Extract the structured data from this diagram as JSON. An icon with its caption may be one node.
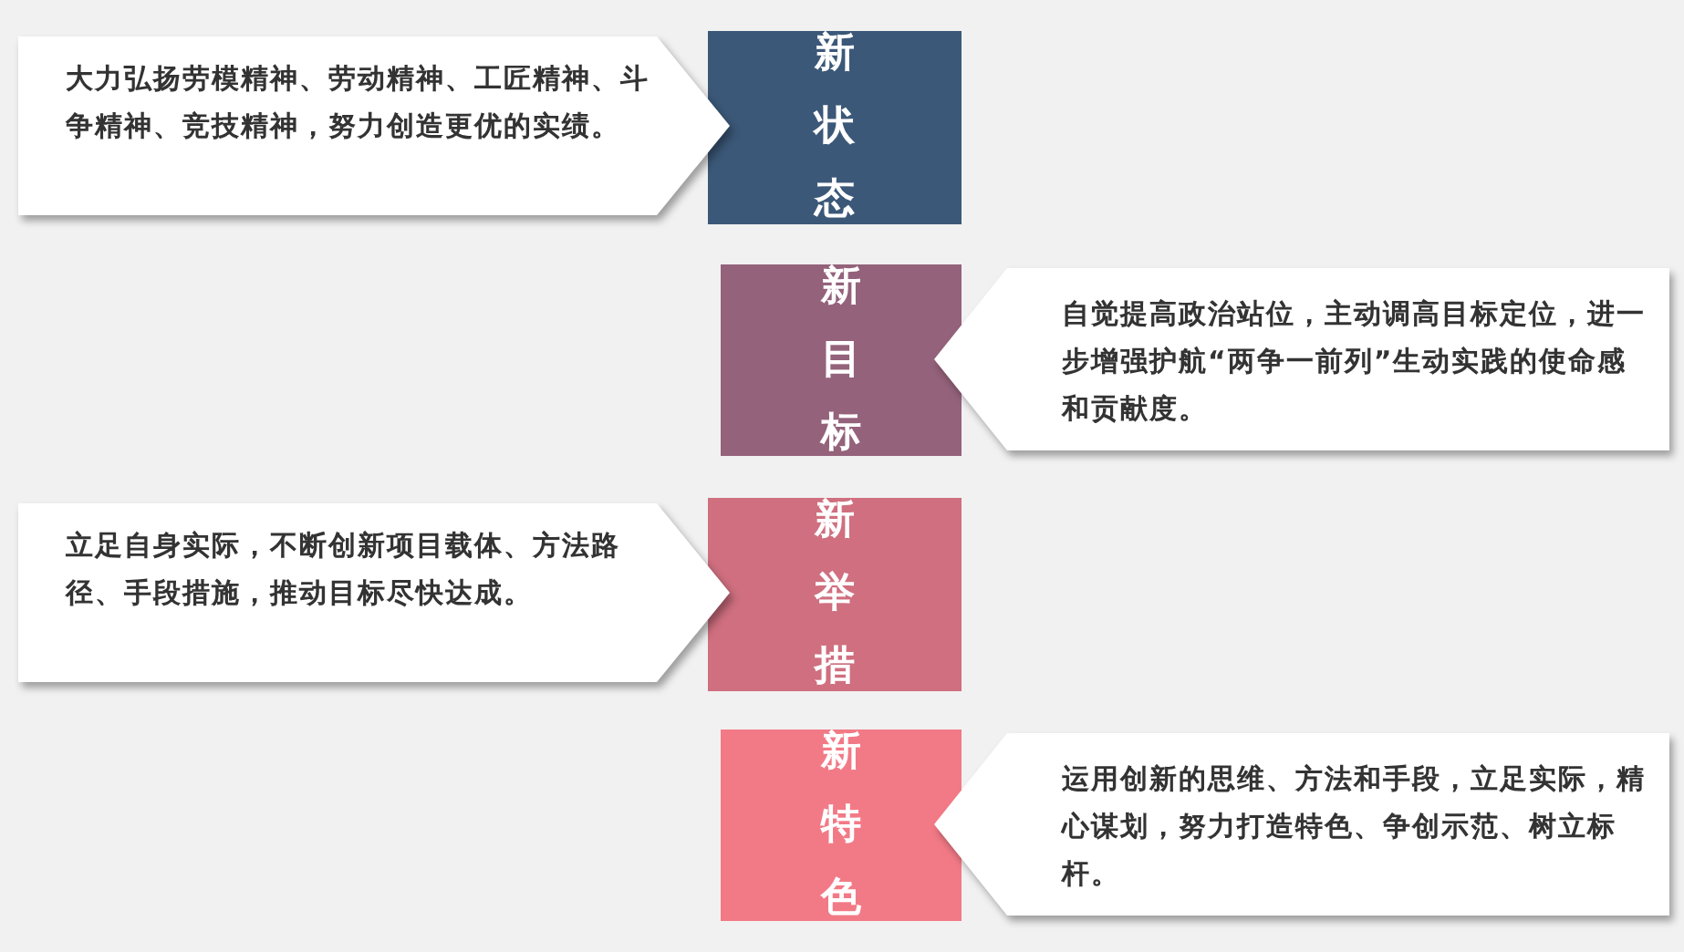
{
  "diagram": {
    "nodes": [
      {
        "text": [
          "新状态"
        ]
      },
      {
        "text": [
          "大力弘扬**劳模精神**、**劳动精神**、**工匠精神**、**斗争精神**、**竞技精神**，努力创造更优的实绩。"
        ]
      },
      {
        "text": [
          "新目标"
        ]
      },
      {
        "text": [
          "自觉提高**政治站位**，主动调高**目标定位**，进一步增强护航**“两争一前列”**生动实践的使命感和贡献度。"
        ]
      },
      {
        "text": [
          "新举措"
        ]
      },
      {
        "text": [
          "立足自身实际，不断创新**项目载体**、**方法路径**、**手段措施**，推动目标尽快达成。"
        ]
      },
      {
        "text": [
          "新特色"
        ]
      },
      {
        "text": [
          "运用创新的思维、方法和手段，立足实际，精心谋划，努力**打造特色**、**争创示范**、**树立标杆**。"
        ]
      }
    ]
  }
}
